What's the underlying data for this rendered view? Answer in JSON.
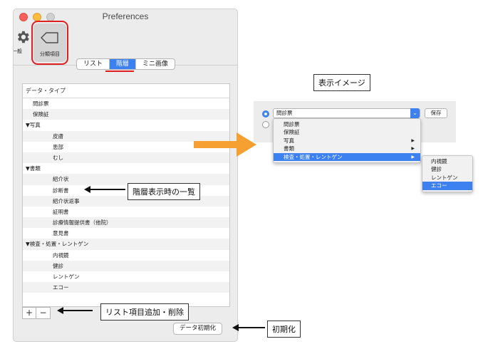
{
  "window": {
    "title": "Preferences",
    "toolbar": {
      "general_label": "一般",
      "category_label": "分類項目"
    },
    "tabs": [
      "リスト",
      "階層",
      "ミニ画像"
    ],
    "active_tab": "階層",
    "list_header": "データ・タイプ",
    "rows": [
      {
        "text": "問診票",
        "level": 1
      },
      {
        "text": "保険証",
        "level": 1
      },
      {
        "text": "▼写真",
        "level": 0
      },
      {
        "text": "皮膚",
        "level": 2
      },
      {
        "text": "患部",
        "level": 2
      },
      {
        "text": "むし",
        "level": 2
      },
      {
        "text": "▼書類",
        "level": 0
      },
      {
        "text": "紹介状",
        "level": 2
      },
      {
        "text": "診断書",
        "level": 2
      },
      {
        "text": "紹介状返事",
        "level": 2
      },
      {
        "text": "証明書",
        "level": 2
      },
      {
        "text": "診療情報提供書（他院）",
        "level": 2
      },
      {
        "text": "意見書",
        "level": 2
      },
      {
        "text": "▼検査・処置・レントゲン",
        "level": 0
      },
      {
        "text": "内視鏡",
        "level": 2
      },
      {
        "text": "健診",
        "level": 2
      },
      {
        "text": "レントゲン",
        "level": 2
      },
      {
        "text": "エコー",
        "level": 2
      }
    ],
    "add_label": "+",
    "remove_label": "−",
    "reset_button": "データ初期化"
  },
  "callouts": {
    "display_image": "表示イメージ",
    "hierarchy_list": "階層表示時の一覧",
    "add_remove": "リスト項目追加・削除",
    "reset": "初期化"
  },
  "preview": {
    "select_value": "問診票",
    "save_button": "保存",
    "menu_items": [
      {
        "text": "問診票",
        "submenu": false,
        "selected": false
      },
      {
        "text": "保険証",
        "submenu": false,
        "selected": false
      },
      {
        "text": "写真",
        "submenu": true,
        "selected": false
      },
      {
        "text": "書類",
        "submenu": true,
        "selected": false
      },
      {
        "text": "検査・処置・レントゲン",
        "submenu": true,
        "selected": true
      }
    ],
    "submenu_items": [
      {
        "text": "内視鏡",
        "selected": false
      },
      {
        "text": "健診",
        "selected": false
      },
      {
        "text": "レントゲン",
        "selected": false
      },
      {
        "text": "エコー",
        "selected": true
      }
    ]
  },
  "colors": {
    "accent": "#3d80f0",
    "highlight": "#e02020",
    "arrow": "#f5a030"
  }
}
